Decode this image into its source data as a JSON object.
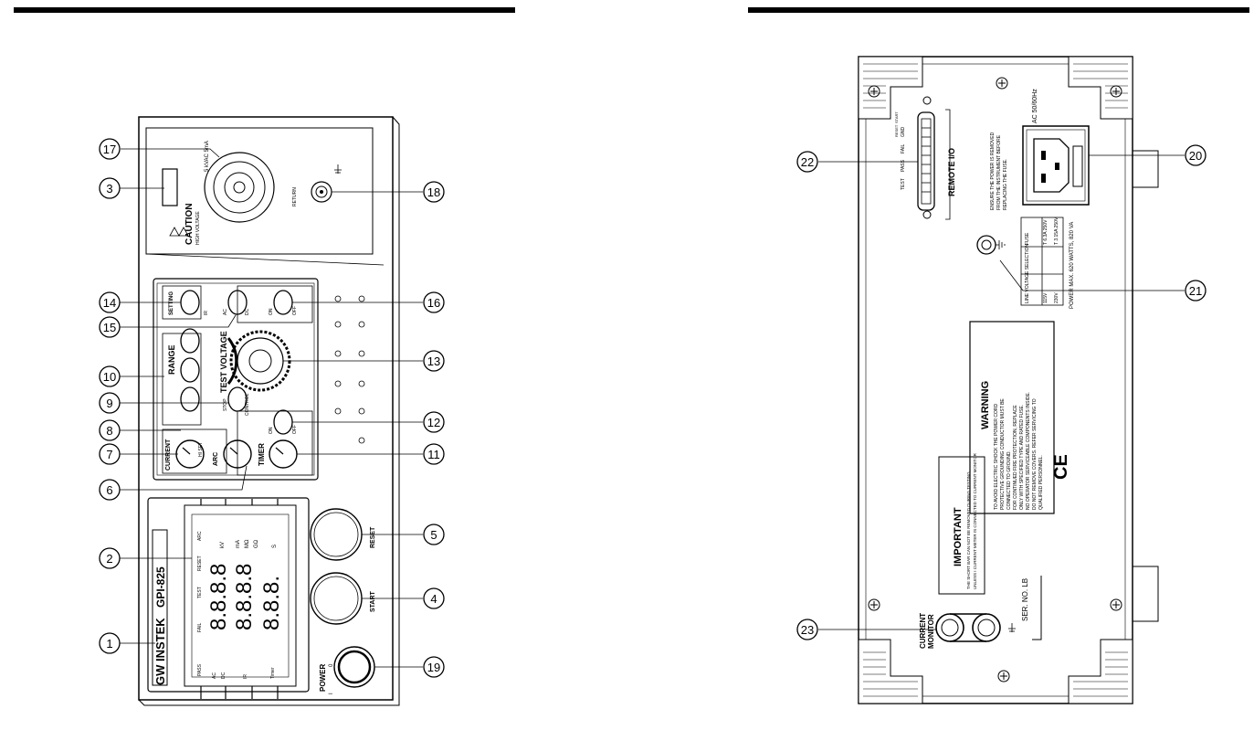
{
  "front_panel": {
    "callouts": [
      "17",
      "3",
      "14",
      "15",
      "10",
      "9",
      "8",
      "7",
      "6",
      "2",
      "1",
      "16",
      "13",
      "12",
      "11",
      "5",
      "4",
      "19",
      "18"
    ],
    "brand": "GW INSTEK",
    "model": "GPI-825",
    "caution": "CAUTION",
    "high_voltage": "HIGH VOLTAGE",
    "hv_rating": "5 kVAC 5mA",
    "return_label": "RETURN",
    "test_voltage": "TEST VOLTAGE",
    "range": "RANGE",
    "setting": "SETTING",
    "current": "CURRENT",
    "arc": "ARC",
    "timer": "TIMER",
    "reset": "RESET",
    "start": "START",
    "power": "POWER",
    "power_states": [
      "I",
      "0"
    ],
    "btn_labels": {
      "hi_set": "HI SET",
      "arc_stop": "STOP",
      "arc_control": "CONTROL",
      "ac": "AC",
      "dc": "DC",
      "ir": "IR",
      "on": "ON",
      "off": "OFF",
      "timer_on": "ON",
      "timer_off": "OFF"
    },
    "display": {
      "indicators": [
        "PASS",
        "FAIL",
        "TEST",
        "RESET",
        "ARC"
      ],
      "mode_labels": [
        "AC",
        "DC",
        "IR",
        "Timer"
      ],
      "rows": [
        "8.8.8.8",
        "8.8.8.8",
        "8.8.8."
      ],
      "units": [
        "kV",
        "mA",
        "MΩ",
        "GΩ",
        "S"
      ]
    }
  },
  "rear_panel": {
    "callouts": [
      "22",
      "20",
      "21",
      "23"
    ],
    "remote_io": "REMOTE I/O",
    "remote_pins": [
      "TEST",
      "PASS",
      "FAIL",
      "RESET",
      "START",
      "GND"
    ],
    "ac_rating": "AC 50/60Hz",
    "fuse_notice": [
      "ENSURE THE POWER IS REMOVED",
      "FROM THE INSTRUMENT BEFORE",
      "REPLACING THE FUSE."
    ],
    "fuse_table": {
      "headers": [
        "LINE VOLTAGE SELECTION",
        "FUSE"
      ],
      "rows": [
        [
          "115V",
          "T 6.3A 250V"
        ],
        [
          "230V",
          "T 3.15A 250V"
        ]
      ]
    },
    "power_max": "POWER MAX. 620 WATTS, 820 VA",
    "warning_title": "WARNING",
    "warning_lines": [
      "TO AVOID ELECTRIC SHOCK THE POWER CORD",
      "PROTECTIVE GROUNDING CONDUCTOR MUST BE",
      "CONNECTED TO GROUND.",
      "FOR CONTINUED FIRE PROTECTION, REPLACE",
      "ONLY WITH SPECIFIED TYPE AND RATED FUSE.",
      "NO OPERATOR SERVICEABLE COMPONENTS INSIDE.",
      "DO NOT REMOVE COVERS. REFER SERVICING TO",
      "QUALIFIED PERSONNEL."
    ],
    "important_title": "IMPORTANT",
    "important_lines": [
      "THE SHORT BAR CAN NOT BE REMOVED DURING TESTING,",
      "UNLESS I CURRENT METER IS CONNECTED TO CURRENT MONITOR"
    ],
    "ce_mark": "CE",
    "serial": "SER. NO. LB",
    "current_monitor": [
      "CURRENT",
      "MONITOR"
    ]
  }
}
